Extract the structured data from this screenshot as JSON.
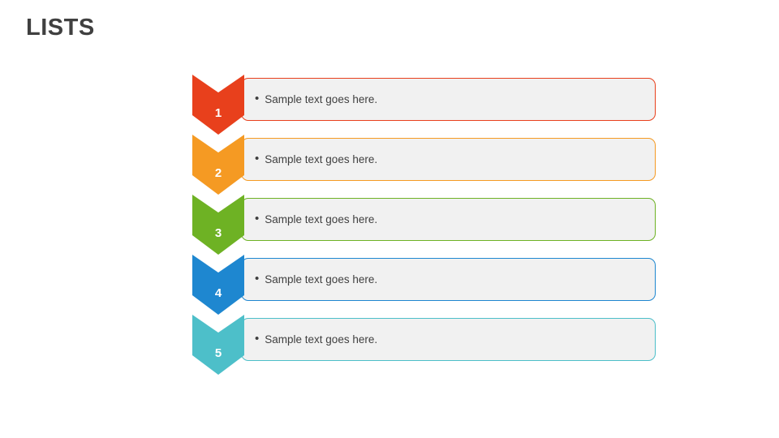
{
  "slide": {
    "title": "LISTS",
    "background_color": "#FFFFFF",
    "title_color": "#404040",
    "box_fill_color": "#F1F1F1",
    "text_color": "#3F3F3F",
    "number_color": "#FFFFFF",
    "bullet_glyph": "•"
  },
  "list": {
    "items": [
      {
        "number": "1",
        "text": "Sample text goes here.",
        "color": "#E8401C",
        "marker_name": "chevron-marker-1"
      },
      {
        "number": "2",
        "text": "Sample text goes here.",
        "color": "#F59A23",
        "marker_name": "chevron-marker-2"
      },
      {
        "number": "3",
        "text": "Sample text goes here.",
        "color": "#6EB224",
        "marker_name": "chevron-marker-3"
      },
      {
        "number": "4",
        "text": "Sample text goes here.",
        "color": "#1E87D0",
        "marker_name": "chevron-marker-4"
      },
      {
        "number": "5",
        "text": "Sample text goes here.",
        "color": "#4DBFC9",
        "marker_name": "chevron-marker-5"
      }
    ]
  }
}
